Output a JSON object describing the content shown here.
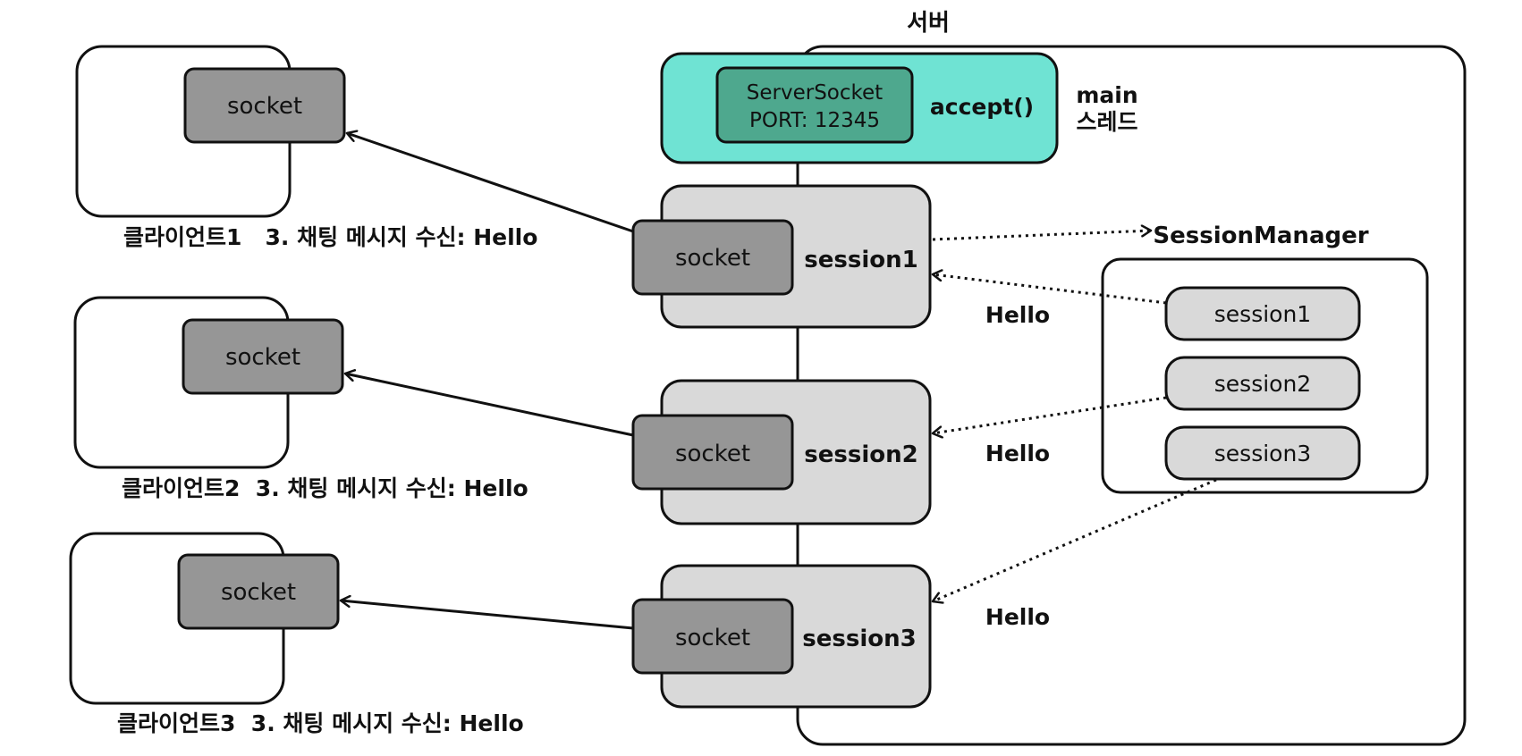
{
  "server": {
    "title": "서버"
  },
  "main_thread": {
    "server_socket_line1": "ServerSocket",
    "server_socket_line2": "PORT: 12345",
    "accept": "accept()",
    "thread_line1": "main",
    "thread_line2": "스레드"
  },
  "session_manager": {
    "title": "SessionManager",
    "items": [
      "session1",
      "session2",
      "session3"
    ]
  },
  "sessions": [
    {
      "name": "session1",
      "socket": "socket",
      "message": "Hello"
    },
    {
      "name": "session2",
      "socket": "socket",
      "message": "Hello"
    },
    {
      "name": "session3",
      "socket": "socket",
      "message": "Hello"
    }
  ],
  "clients": [
    {
      "socket": "socket",
      "label": "클라이언트1   3. 채팅 메시지 수신: Hello"
    },
    {
      "socket": "socket",
      "label": "클라이언트2  3. 채팅 메시지 수신: Hello"
    },
    {
      "socket": "socket",
      "label": "클라이언트3  3. 채팅 메시지 수신: Hello"
    }
  ],
  "colors": {
    "main_thread_fill": "#6fe3d3",
    "server_socket_fill": "#4ea88e",
    "session_fill": "#d9d9d9",
    "socket_fill": "#969696",
    "manager_item_fill": "#d9d9d9",
    "stroke": "#111111"
  }
}
